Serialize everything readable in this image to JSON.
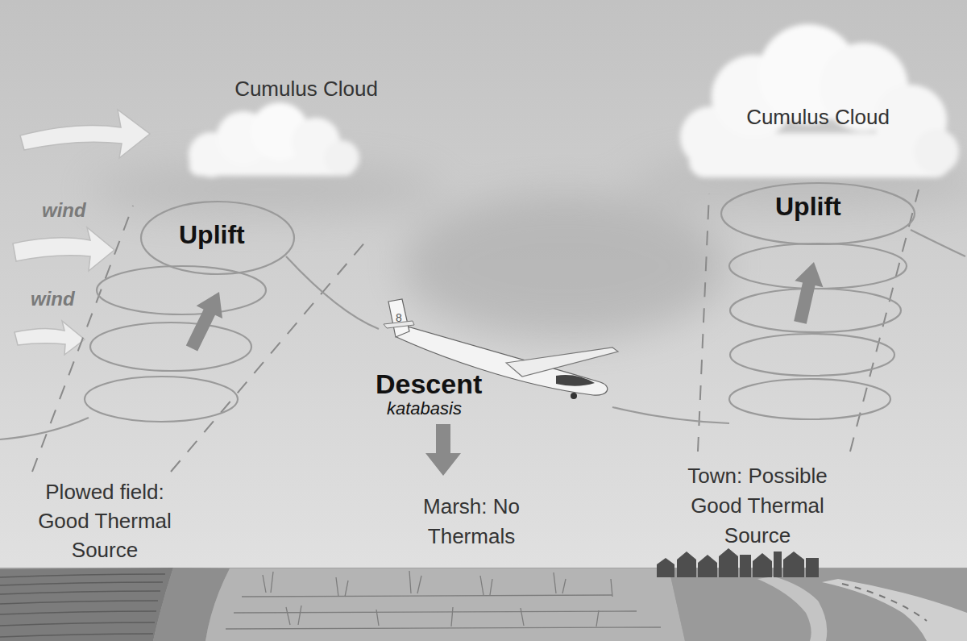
{
  "diagram": {
    "labels": [
      "Cumulus Cloud",
      "Cumulus Cloud",
      "wind",
      "wind",
      "Uplift",
      "Uplift",
      "Descent",
      "katabasis",
      "Plowed field: Good Thermal Source",
      "Marsh: No Thermals",
      "Town: Possible Good Thermal Source",
      "8"
    ]
  }
}
